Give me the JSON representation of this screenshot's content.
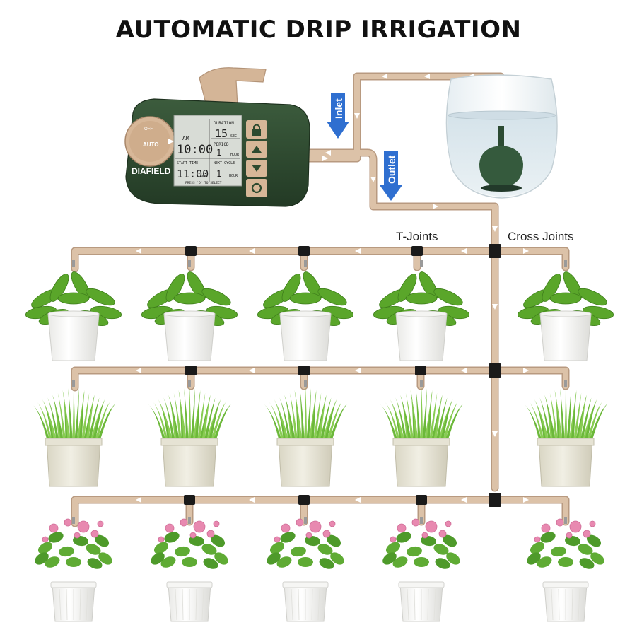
{
  "title": "AUTOMATIC DRIP IRRIGATION",
  "labels": {
    "inlet": "Inlet",
    "outlet": "Outlet",
    "t_joints": "T-Joints",
    "cross_joints": "Cross Joints"
  },
  "timer": {
    "brand": "DIAFIELD",
    "dial_auto": "AUTO",
    "dial_off": "OFF",
    "lcd_am": "AM",
    "lcd_time": "10:00",
    "lcd_duration_label": "DURATION",
    "lcd_duration_value": "15",
    "lcd_duration_unit": "SEC",
    "lcd_period_label": "PERIOD",
    "lcd_period_value": "1",
    "lcd_period_unit": "HOUR",
    "lcd_start_label": "START TIME",
    "lcd_start_value": "11:00",
    "lcd_start_am": "AM",
    "lcd_next_label": "NEXT CYCLE",
    "lcd_next_value": "1",
    "lcd_next_unit": "HOUR",
    "lcd_footer": "PRESS 'O' TO SELECT",
    "buttons": [
      "up",
      "down",
      "ok"
    ]
  },
  "colors": {
    "tube": "#d9bda3",
    "tube_edge": "#b89a80",
    "joint": "#1a1a1a",
    "timer_body": "#2d4a2f",
    "timer_accent": "#d7b798",
    "arrow_blue": "#2f6fd0",
    "leaf": "#5aa62a",
    "grass": "#6cb83a",
    "pot": "#f7f7f5",
    "pot_tan": "#e8e5d6",
    "flower_pink": "#e889b0"
  },
  "rows": [
    {
      "plant": "broadleaf",
      "pot": "white",
      "count": 5
    },
    {
      "plant": "grass",
      "pot": "cream",
      "count": 5
    },
    {
      "plant": "flower",
      "pot": "white-ribbed",
      "count": 5
    }
  ]
}
